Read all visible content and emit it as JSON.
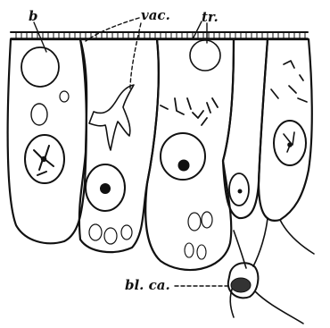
{
  "labels": {
    "b": "b",
    "vac": "vac.",
    "tr": "tr.",
    "blca": "bl. ca."
  }
}
